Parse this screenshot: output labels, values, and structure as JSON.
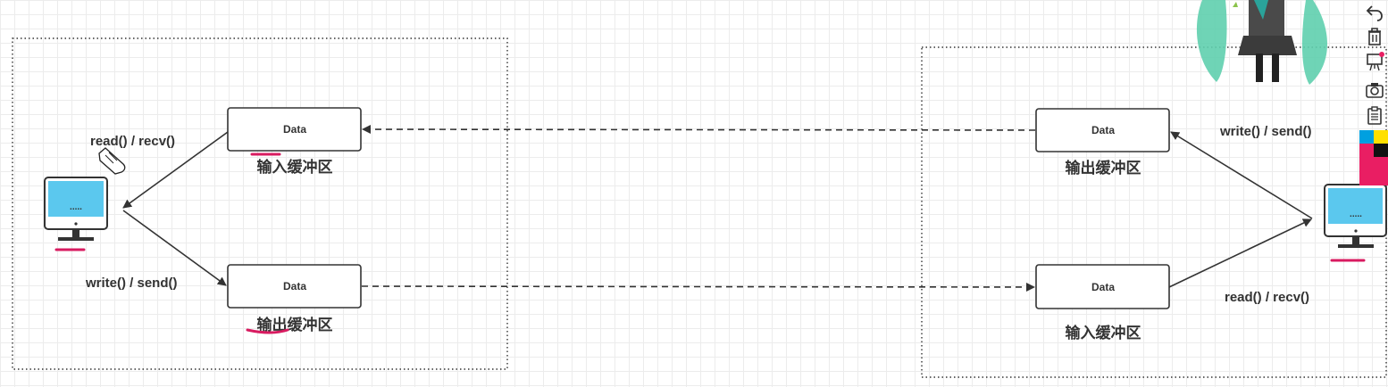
{
  "diagram": {
    "left": {
      "top_box": {
        "text": "Data",
        "label": "输入缓冲区"
      },
      "bottom_box": {
        "text": "Data",
        "label": "输出缓冲区"
      },
      "read_label": "read() / recv()",
      "write_label": "write() / send()",
      "screen_dots": "....."
    },
    "right": {
      "top_box": {
        "text": "Data",
        "label": "输出缓冲区"
      },
      "bottom_box": {
        "text": "Data",
        "label": "输入缓冲区"
      },
      "write_label": "write() / send()",
      "read_label": "read() / recv()",
      "screen_dots": "....."
    }
  },
  "toolbar": {
    "icons": [
      "undo-icon",
      "trash-icon",
      "easel-icon",
      "camera-icon",
      "clipboard-icon",
      "color-palette-icon"
    ]
  },
  "colors": {
    "screen": "#5bc8ee",
    "highlight": "#d81b60",
    "stroke": "#333333"
  }
}
